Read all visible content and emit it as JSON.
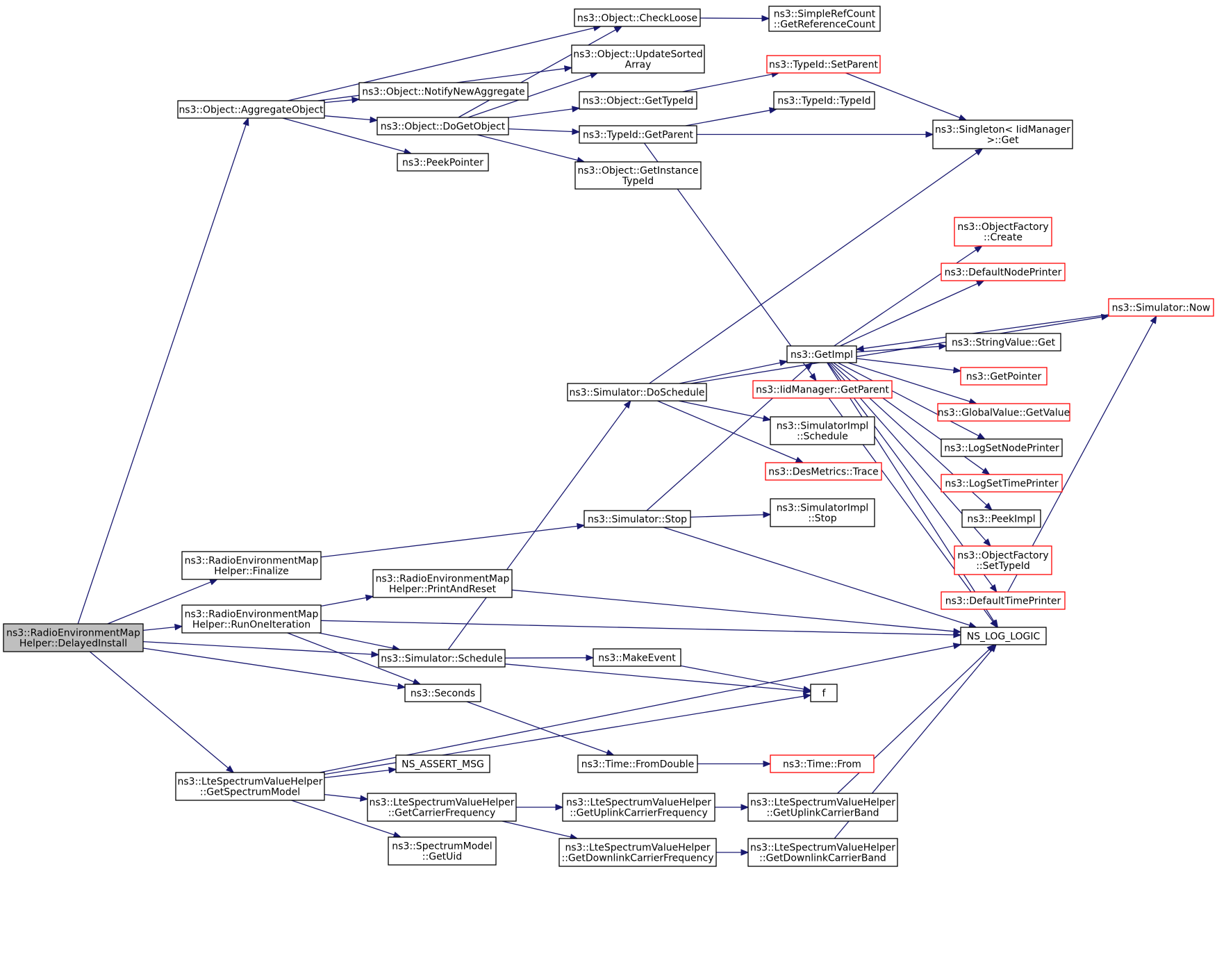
{
  "diagram": {
    "type": "call-graph",
    "colors": {
      "edge": "#191970",
      "node_border": "#000000",
      "incomplete_node_border": "#ff0000",
      "root_fill": "#bfbfbf"
    },
    "nodes": {
      "root": {
        "lines": [
          "ns3::RadioEnvironmentMap",
          "Helper::DelayedInstall"
        ],
        "style": "root"
      },
      "aggregate": {
        "lines": [
          "ns3::Object::AggregateObject"
        ]
      },
      "checkloose": {
        "lines": [
          "ns3::Object::CheckLoose"
        ]
      },
      "simplerefcount": {
        "lines": [
          "ns3::SimpleRefCount",
          "::GetReferenceCount"
        ]
      },
      "updatesorted": {
        "lines": [
          "ns3::Object::UpdateSorted",
          "Array"
        ]
      },
      "notifynew": {
        "lines": [
          "ns3::Object::NotifyNewAggregate"
        ]
      },
      "dogetobject": {
        "lines": [
          "ns3::Object::DoGetObject"
        ]
      },
      "gettypeid": {
        "lines": [
          "ns3::Object::GetTypeId"
        ]
      },
      "setparent": {
        "lines": [
          "ns3::TypeId::SetParent"
        ],
        "style": "red"
      },
      "typeidtypeid": {
        "lines": [
          "ns3::TypeId::TypeId"
        ]
      },
      "singleton": {
        "lines": [
          "ns3::Singleton< IidManager",
          ">::Get"
        ]
      },
      "typeidgetparent": {
        "lines": [
          "ns3::TypeId::GetParent"
        ]
      },
      "getinstancetypeid": {
        "lines": [
          "ns3::Object::GetInstance",
          "TypeId"
        ]
      },
      "peekpointer": {
        "lines": [
          "ns3::PeekPointer"
        ]
      },
      "objfactorycreate": {
        "lines": [
          "ns3::ObjectFactory",
          "::Create"
        ],
        "style": "red"
      },
      "defaultnodeprinter": {
        "lines": [
          "ns3::DefaultNodePrinter"
        ],
        "style": "red"
      },
      "simnow": {
        "lines": [
          "ns3::Simulator::Now"
        ],
        "style": "red"
      },
      "stringvalueget": {
        "lines": [
          "ns3::StringValue::Get"
        ]
      },
      "getimpl": {
        "lines": [
          "ns3::GetImpl"
        ]
      },
      "getpointer": {
        "lines": [
          "ns3::GetPointer"
        ],
        "style": "red"
      },
      "iidgetparent": {
        "lines": [
          "ns3::IidManager::GetParent"
        ],
        "style": "red"
      },
      "doschedule": {
        "lines": [
          "ns3::Simulator::DoSchedule"
        ]
      },
      "globalvalue": {
        "lines": [
          "ns3::GlobalValue::GetValue"
        ],
        "style": "red"
      },
      "simimplschedule": {
        "lines": [
          "ns3::SimulatorImpl",
          "::Schedule"
        ]
      },
      "logsetnode": {
        "lines": [
          "ns3::LogSetNodePrinter"
        ]
      },
      "desmetrics": {
        "lines": [
          "ns3::DesMetrics::Trace"
        ],
        "style": "red"
      },
      "logsettime": {
        "lines": [
          "ns3::LogSetTimePrinter"
        ],
        "style": "red"
      },
      "simstop": {
        "lines": [
          "ns3::Simulator::Stop"
        ]
      },
      "simimplstop": {
        "lines": [
          "ns3::SimulatorImpl",
          "::Stop"
        ]
      },
      "peekimpl": {
        "lines": [
          "ns3::PeekImpl"
        ]
      },
      "finalize": {
        "lines": [
          "ns3::RadioEnvironmentMap",
          "Helper::Finalize"
        ]
      },
      "objfactorysettype": {
        "lines": [
          "ns3::ObjectFactory",
          "::SetTypeId"
        ],
        "style": "red"
      },
      "printandreset": {
        "lines": [
          "ns3::RadioEnvironmentMap",
          "Helper::PrintAndReset"
        ]
      },
      "defaulttimeprinter": {
        "lines": [
          "ns3::DefaultTimePrinter"
        ],
        "style": "red"
      },
      "runoneiteration": {
        "lines": [
          "ns3::RadioEnvironmentMap",
          "Helper::RunOneIteration"
        ]
      },
      "nslogic": {
        "lines": [
          "NS_LOG_LOGIC"
        ]
      },
      "simschedule": {
        "lines": [
          "ns3::Simulator::Schedule"
        ]
      },
      "makeevent": {
        "lines": [
          "ns3::MakeEvent"
        ]
      },
      "f": {
        "lines": [
          "f"
        ]
      },
      "seconds": {
        "lines": [
          "ns3::Seconds"
        ]
      },
      "fromdouble": {
        "lines": [
          "ns3::Time::FromDouble"
        ]
      },
      "timefrom": {
        "lines": [
          "ns3::Time::From"
        ],
        "style": "red"
      },
      "nsassert": {
        "lines": [
          "NS_ASSERT_MSG"
        ]
      },
      "getspectrummodel": {
        "lines": [
          "ns3::LteSpectrumValueHelper",
          "::GetSpectrumModel"
        ]
      },
      "getcarrierfreq": {
        "lines": [
          "ns3::LteSpectrumValueHelper",
          "::GetCarrierFrequency"
        ]
      },
      "getuplinkfreq": {
        "lines": [
          "ns3::LteSpectrumValueHelper",
          "::GetUplinkCarrierFrequency"
        ]
      },
      "getuplinkband": {
        "lines": [
          "ns3::LteSpectrumValueHelper",
          "::GetUplinkCarrierBand"
        ]
      },
      "getuid": {
        "lines": [
          "ns3::SpectrumModel",
          "::GetUid"
        ]
      },
      "getdownlinkfreq": {
        "lines": [
          "ns3::LteSpectrumValueHelper",
          "::GetDownlinkCarrierFrequency"
        ]
      },
      "getdownlinkband": {
        "lines": [
          "ns3::LteSpectrumValueHelper",
          "::GetDownlinkCarrierBand"
        ]
      }
    },
    "edges": [
      [
        "root",
        "aggregate"
      ],
      [
        "root",
        "finalize"
      ],
      [
        "root",
        "runoneiteration"
      ],
      [
        "root",
        "simschedule"
      ],
      [
        "root",
        "seconds"
      ],
      [
        "root",
        "getspectrummodel"
      ],
      [
        "aggregate",
        "checkloose"
      ],
      [
        "aggregate",
        "updatesorted"
      ],
      [
        "aggregate",
        "notifynew"
      ],
      [
        "aggregate",
        "dogetobject"
      ],
      [
        "aggregate",
        "peekpointer"
      ],
      [
        "checkloose",
        "simplerefcount"
      ],
      [
        "dogetobject",
        "checkloose"
      ],
      [
        "dogetobject",
        "updatesorted"
      ],
      [
        "dogetobject",
        "gettypeid"
      ],
      [
        "dogetobject",
        "typeidgetparent"
      ],
      [
        "dogetobject",
        "getinstancetypeid"
      ],
      [
        "gettypeid",
        "setparent"
      ],
      [
        "setparent",
        "singleton"
      ],
      [
        "typeidgetparent",
        "typeidtypeid"
      ],
      [
        "typeidgetparent",
        "singleton"
      ],
      [
        "typeidgetparent",
        "iidgetparent"
      ],
      [
        "iidgetparent",
        "nslogic"
      ],
      [
        "doschedule",
        "singleton"
      ],
      [
        "doschedule",
        "simnow"
      ],
      [
        "doschedule",
        "getimpl"
      ],
      [
        "doschedule",
        "simimplschedule"
      ],
      [
        "doschedule",
        "desmetrics"
      ],
      [
        "simnow",
        "getimpl"
      ],
      [
        "getimpl",
        "objfactorycreate"
      ],
      [
        "getimpl",
        "defaultnodeprinter"
      ],
      [
        "getimpl",
        "stringvalueget"
      ],
      [
        "getimpl",
        "getpointer"
      ],
      [
        "getimpl",
        "globalvalue"
      ],
      [
        "getimpl",
        "logsetnode"
      ],
      [
        "getimpl",
        "logsettime"
      ],
      [
        "getimpl",
        "peekimpl"
      ],
      [
        "getimpl",
        "objfactorysettype"
      ],
      [
        "getimpl",
        "defaulttimeprinter"
      ],
      [
        "getimpl",
        "nslogic"
      ],
      [
        "defaulttimeprinter",
        "simnow"
      ],
      [
        "simstop",
        "getimpl"
      ],
      [
        "simstop",
        "simimplstop"
      ],
      [
        "simstop",
        "nslogic"
      ],
      [
        "finalize",
        "simstop"
      ],
      [
        "printandreset",
        "nslogic"
      ],
      [
        "runoneiteration",
        "printandreset"
      ],
      [
        "runoneiteration",
        "nslogic"
      ],
      [
        "runoneiteration",
        "simschedule"
      ],
      [
        "runoneiteration",
        "seconds"
      ],
      [
        "simschedule",
        "doschedule"
      ],
      [
        "simschedule",
        "makeevent"
      ],
      [
        "simschedule",
        "f"
      ],
      [
        "makeevent",
        "f"
      ],
      [
        "seconds",
        "fromdouble"
      ],
      [
        "fromdouble",
        "timefrom"
      ],
      [
        "getspectrummodel",
        "f"
      ],
      [
        "getspectrummodel",
        "nsassert"
      ],
      [
        "getspectrummodel",
        "getcarrierfreq"
      ],
      [
        "getspectrummodel",
        "getuid"
      ],
      [
        "getspectrummodel",
        "nslogic"
      ],
      [
        "getcarrierfreq",
        "getuplinkfreq"
      ],
      [
        "getcarrierfreq",
        "getdownlinkfreq"
      ],
      [
        "getuplinkfreq",
        "getuplinkband"
      ],
      [
        "getdownlinkfreq",
        "getdownlinkband"
      ],
      [
        "getuplinkband",
        "nslogic"
      ],
      [
        "getdownlinkband",
        "nslogic"
      ]
    ]
  }
}
